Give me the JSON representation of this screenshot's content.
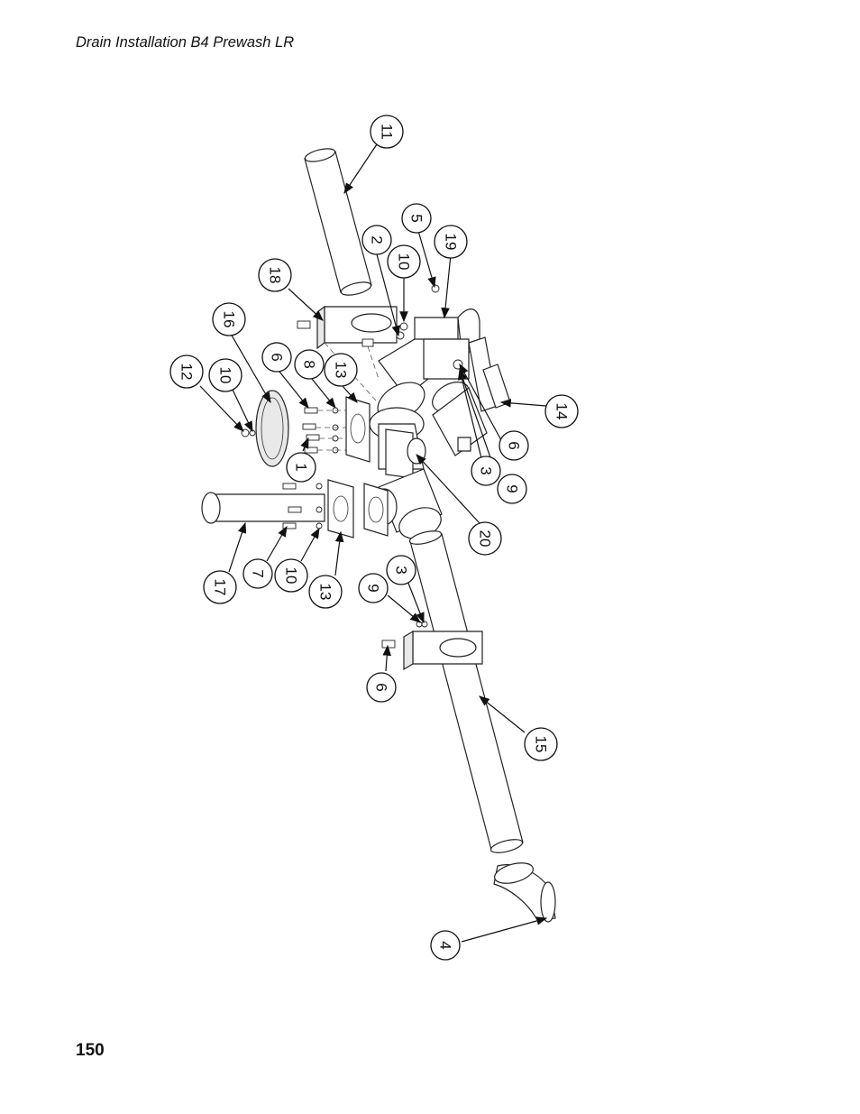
{
  "header": {
    "title": "Drain Installation B4 Prewash LR"
  },
  "footer": {
    "page_number": "150"
  },
  "callouts": [
    "11",
    "5",
    "19",
    "2",
    "10",
    "18",
    "16",
    "6",
    "8",
    "13",
    "12",
    "10",
    "1",
    "14",
    "6",
    "3",
    "9",
    "20",
    "17",
    "7",
    "10",
    "13",
    "9",
    "3",
    "6",
    "15",
    "4"
  ]
}
